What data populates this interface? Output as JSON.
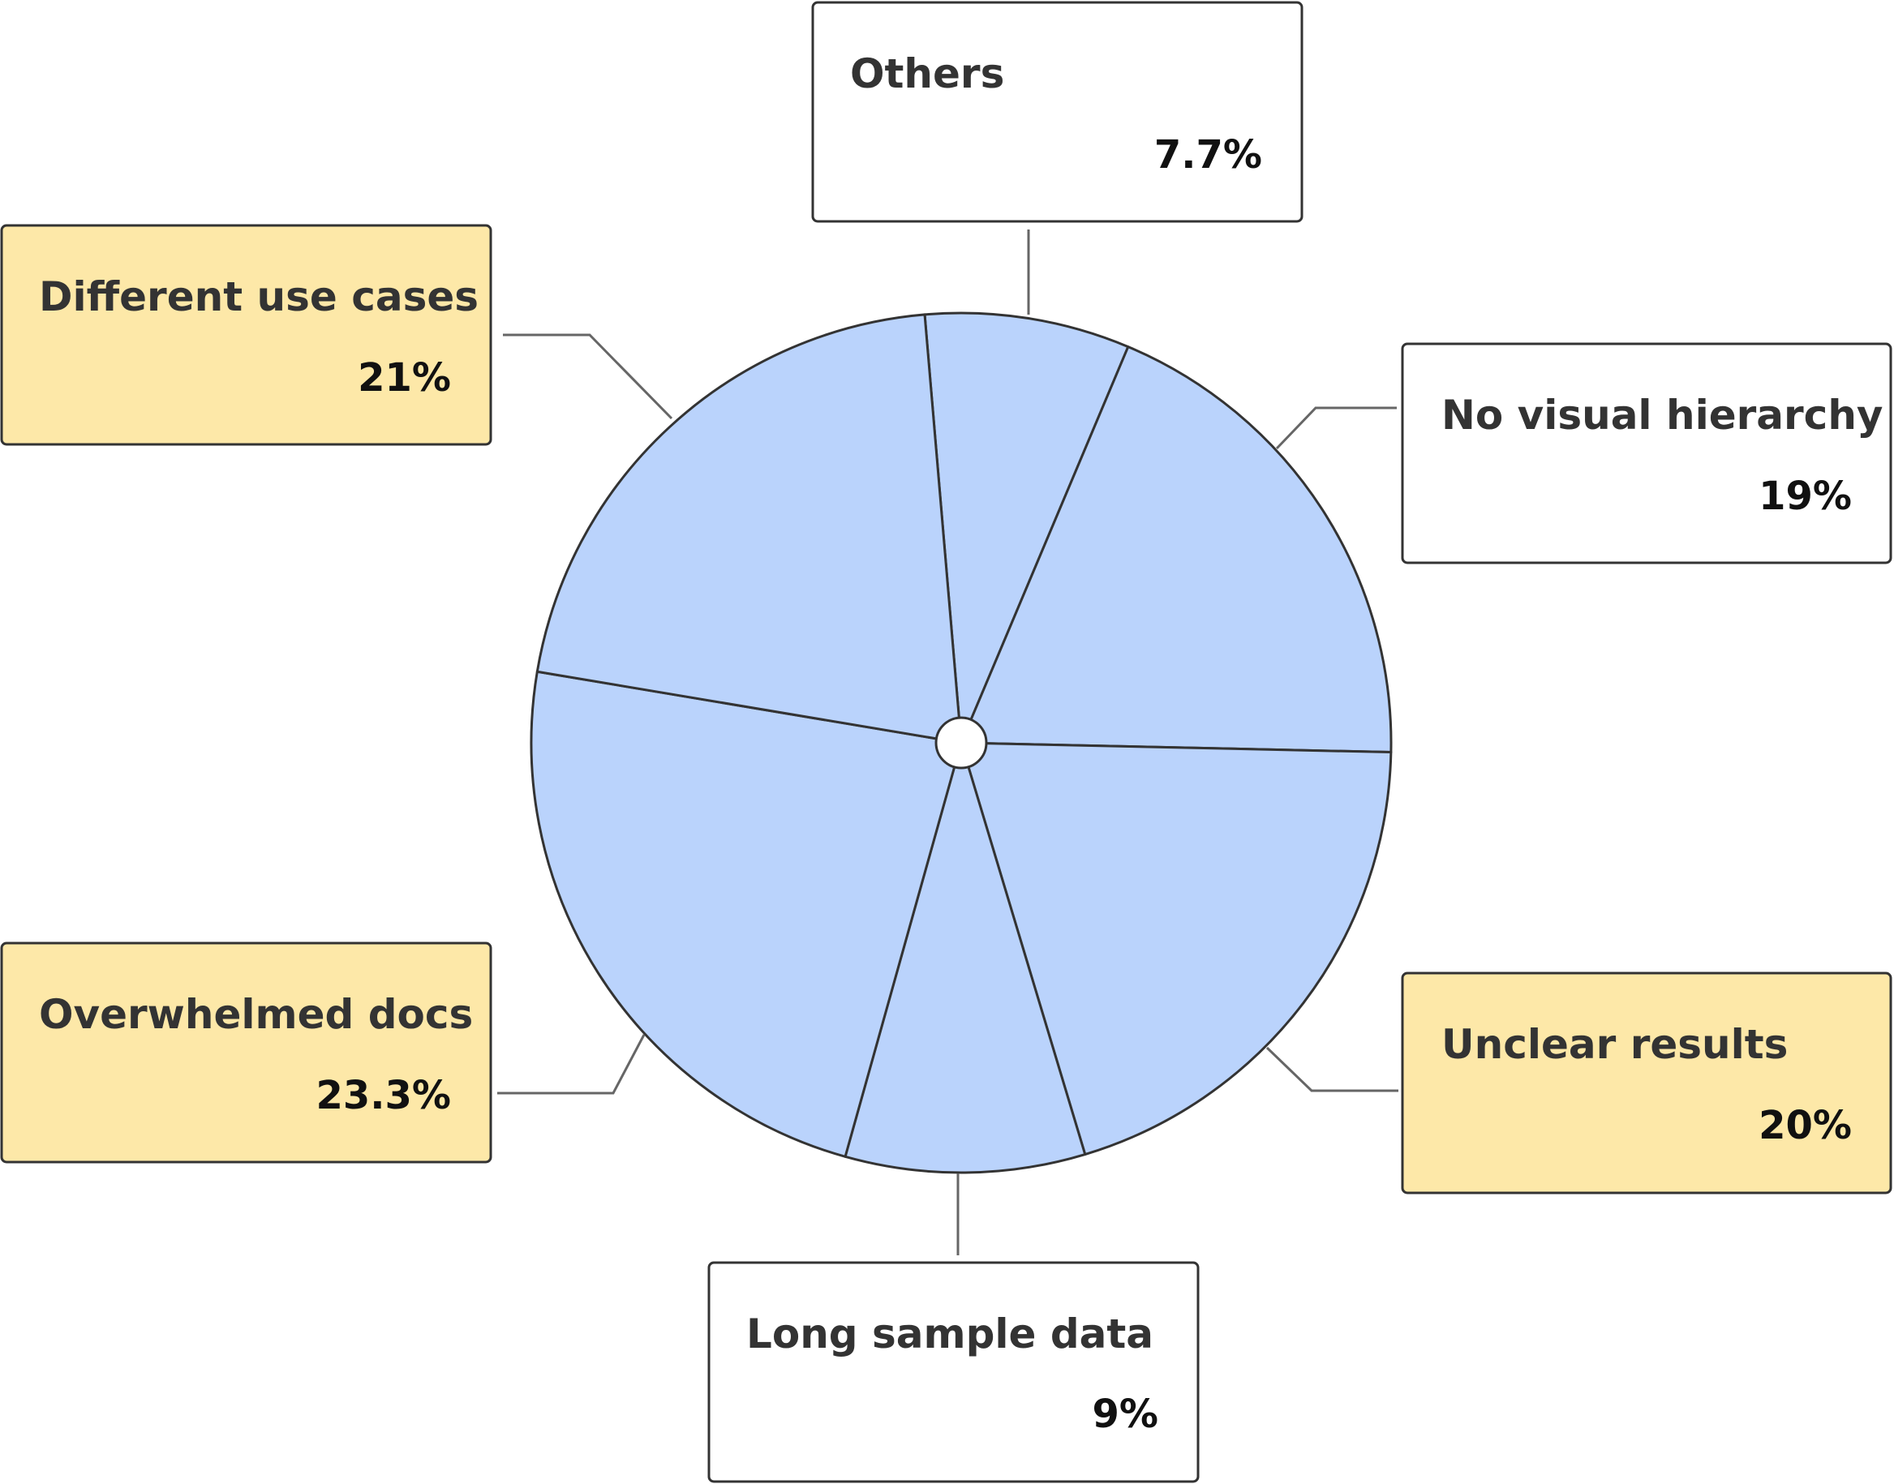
{
  "chart_data": {
    "type": "pie",
    "title": "",
    "slices": [
      {
        "label": "Others",
        "value": 7.7,
        "value_text": "7.7%",
        "highlight": false
      },
      {
        "label": "No visual hierarchy",
        "value": 19,
        "value_text": "19%",
        "highlight": false
      },
      {
        "label": "Unclear results",
        "value": 20,
        "value_text": "20%",
        "highlight": true
      },
      {
        "label": "Long sample data",
        "value": 9,
        "value_text": "9%",
        "highlight": false
      },
      {
        "label": "Overwhelmed docs",
        "value": 23.3,
        "value_text": "23.3%",
        "highlight": true
      },
      {
        "label": "Different use cases",
        "value": 21,
        "value_text": "21%",
        "highlight": true
      }
    ]
  },
  "colors": {
    "slice_fill": "#bad3fc",
    "outline": "#333333",
    "leader": "#666666",
    "box_plain": "#ffffff",
    "box_highlight": "#fde8a8",
    "center_hole": "#ffffff"
  }
}
